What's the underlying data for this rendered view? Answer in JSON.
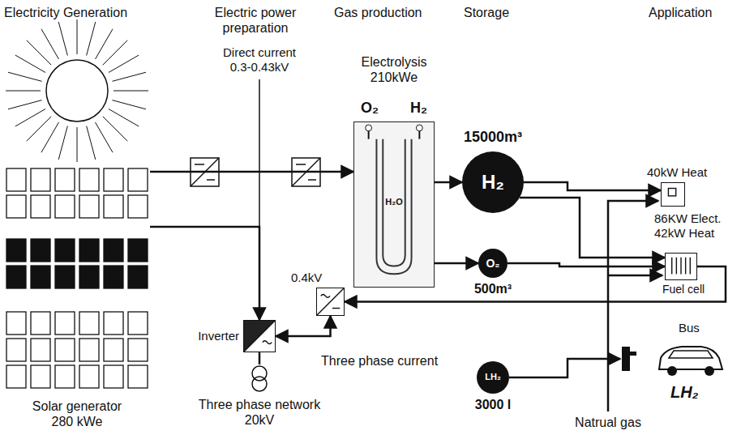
{
  "diagram": {
    "nodes": [
      {
        "text": [
          "Solar generator 280 kWe"
        ]
      },
      {
        "text": [
          "Electrolysis 210kWe",
          "O₂",
          "H₂",
          "H₂O"
        ]
      },
      {
        "text": [
          "15000m³",
          "H₂"
        ]
      },
      {
        "text": [
          "O₂",
          "500m³"
        ]
      },
      {
        "text": [
          "LH₂",
          "3000 l"
        ]
      },
      {
        "text": [
          "40kW Heat"
        ]
      },
      {
        "text": [
          "86KW Elect. 42kW Heat",
          "Fuel cell"
        ]
      },
      {
        "text": [
          "Bus",
          "LH₂"
        ]
      },
      {
        "text": [
          "Inverter"
        ]
      },
      {
        "text": [
          "0.4kV",
          "Three phase current"
        ]
      },
      {
        "text": [
          "Three phase network 20kV"
        ]
      }
    ],
    "edges": [
      {
        "from": 0,
        "to": 1,
        "arrow": "to"
      },
      {
        "from": 0,
        "to": 8,
        "arrow": "to"
      },
      {
        "from": 1,
        "to": 2,
        "arrow": "to"
      },
      {
        "from": 1,
        "to": 3,
        "arrow": "to"
      },
      {
        "from": 2,
        "to": 5,
        "arrow": "to"
      },
      {
        "from": 2,
        "to": 6,
        "arrow": "to"
      },
      {
        "from": 3,
        "to": 6,
        "arrow": "to"
      },
      {
        "from": 4,
        "to": 7,
        "arrow": "to"
      },
      {
        "from": 6,
        "to": 9,
        "arrow": "to"
      },
      {
        "from": 8,
        "to": 9,
        "arrow": "both"
      },
      {
        "from": 8,
        "to": 10,
        "arrow": "none"
      }
    ],
    "labels": [
      "Electricity Generation",
      "Electric power preparation",
      "Gas production",
      "Storage",
      "Application",
      "Direct current 0.3-0.43kV",
      "Natrual gas"
    ]
  }
}
